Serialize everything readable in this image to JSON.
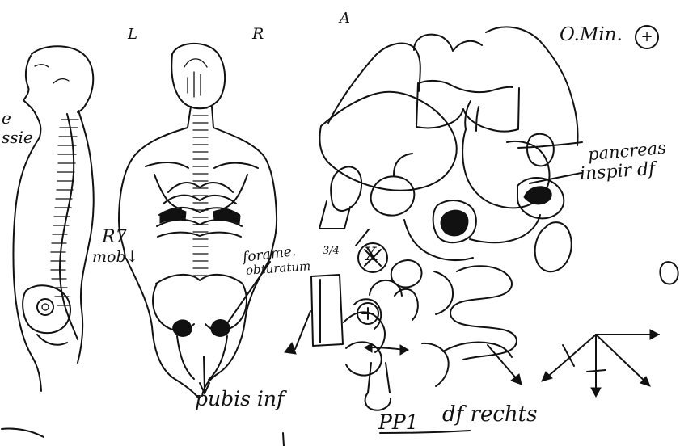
{
  "annotations": {
    "l": "L",
    "r": "R",
    "a": "A",
    "o_min": "O.Min.",
    "plus_circled": "+",
    "e1": "e",
    "e2": "ssie",
    "r7": "R7",
    "mob": "mob↓",
    "foramen": "forame.",
    "obturatum": "obturatum",
    "three_q": "3/4",
    "pancreas": "pancreas",
    "inspir": "inspir df",
    "pubis": "pubis inf",
    "pp1": "PP1",
    "df_rechts": "df rechts",
    "circle_x": "X"
  }
}
